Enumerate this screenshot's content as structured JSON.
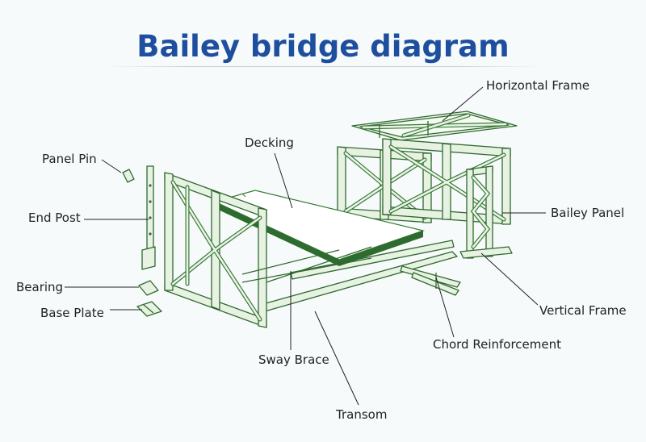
{
  "title": "Bailey bridge diagram",
  "labels": {
    "horizontal_frame": "Horizontal Frame",
    "decking": "Decking",
    "panel_pin": "Panel Pin",
    "end_post": "End Post",
    "bailey_panel": "Bailey Panel",
    "bearing": "Bearing",
    "base_plate": "Base Plate",
    "vertical_frame": "Vertical Frame",
    "chord_reinforcement": "Chord Reinforcement",
    "sway_brace": "Sway Brace",
    "transom": "Transom"
  },
  "colors": {
    "title": "#1e4f9e",
    "structure_fill": "#e8f2e2",
    "structure_stroke": "#2f6a2f",
    "deck_edge": "#2e6b2e"
  }
}
